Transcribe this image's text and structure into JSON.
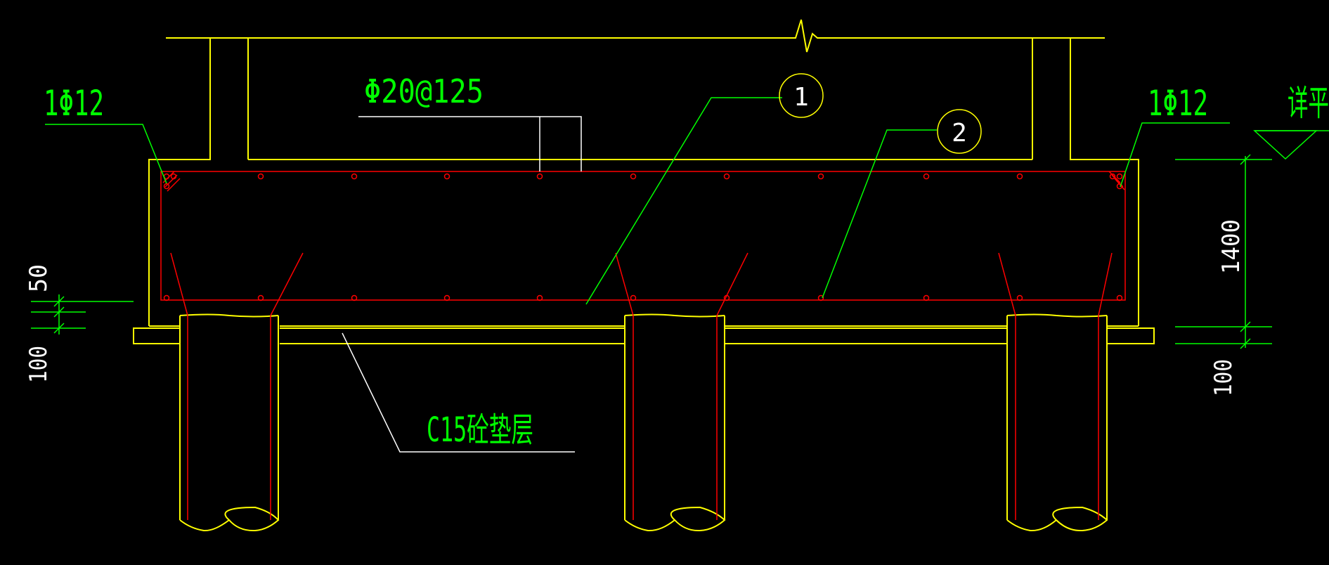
{
  "colors": {
    "background": "#000000",
    "concrete": "#ffff00",
    "rebar": "#ff0000",
    "leader": "#00ff00",
    "annotation": "#ffffff",
    "dimension": "#00ff00"
  },
  "labels": {
    "left_corner_bar": "1Φ12",
    "right_corner_bar": "1Φ12",
    "top_rebar": "Φ20@125",
    "callout_1": "1",
    "callout_2": "2",
    "cushion": "C15砼垫层",
    "elevation_note": "详平"
  },
  "dimensions": {
    "cap_height": "1400",
    "cover_left": "50",
    "cushion_left": "100",
    "cushion_right": "100"
  }
}
